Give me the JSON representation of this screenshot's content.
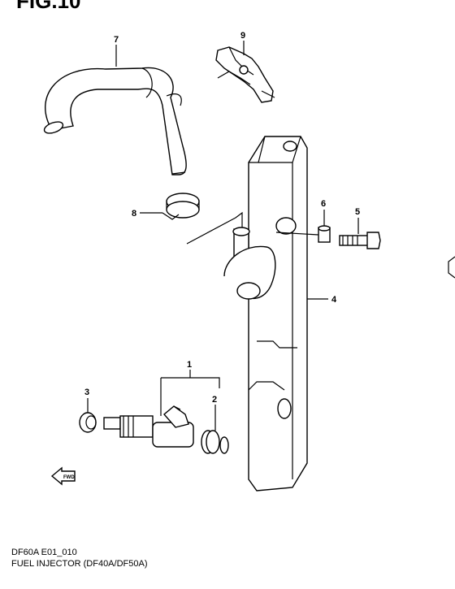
{
  "figure": {
    "title": "FIG.10",
    "code": "DF60A E01_010",
    "caption": "FUEL INJECTOR (DF40A/DF50A)"
  },
  "parts": {
    "p1": "1",
    "p2": "2",
    "p3": "3",
    "p4": "4",
    "p5": "5",
    "p6": "6",
    "p7": "7",
    "p8": "8",
    "p9": "9"
  },
  "fwd_mark": "FWD"
}
